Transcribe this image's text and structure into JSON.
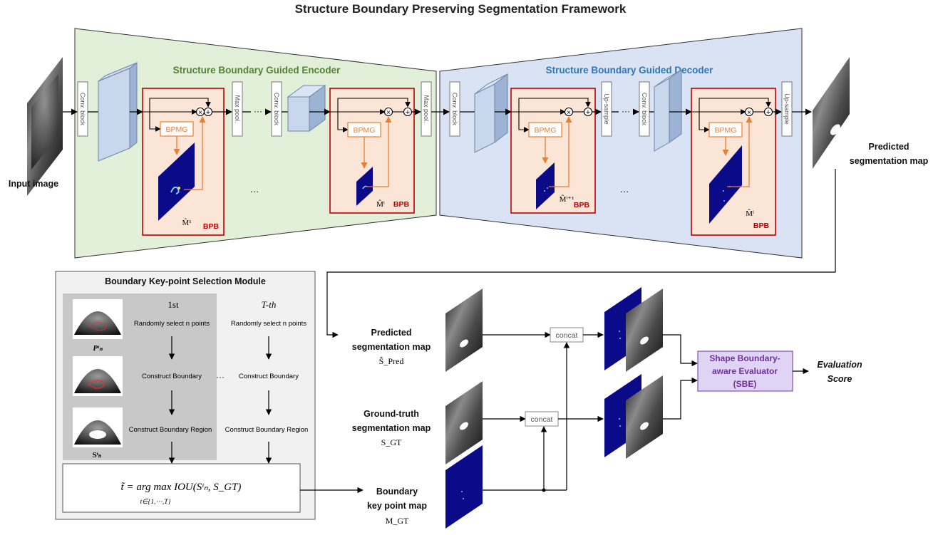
{
  "title": "Structure Boundary Preserving Segmentation Framework",
  "encoder": {
    "label": "Structure Boundary Guided Encoder"
  },
  "decoder": {
    "label": "Structure Boundary Guided Decoder"
  },
  "blocks": {
    "conv": "Conv. block",
    "maxpool": "Max pool.",
    "upsample": "Up-sample",
    "bpmg": "BPMG",
    "bpb": "BPB",
    "ellipsis": "…",
    "dots": "···"
  },
  "maps": {
    "m1": "M̂¹",
    "mi": "M̂ⁱ",
    "mi1": "M̂ⁱ⁺¹",
    "ml": "M̂ˡ"
  },
  "io": {
    "input_image": "Input image",
    "predicted_map": [
      "Predicted",
      "segmentation map"
    ]
  },
  "bksm": {
    "title": "Boundary Key-point Selection Module",
    "col1": "1st",
    "col2": "T-th",
    "step1": "Randomly select n points",
    "step2": "Construct Boundary",
    "step3": "Construct Boundary Region",
    "p_label": "Pᵗₙ",
    "s_label": "Sᵗₙ",
    "formula": "t̃ = arg max IOU(Sᵗₙ, S_GT)",
    "formula_sub": "t∈{1,⋯,T}"
  },
  "bottom": {
    "pred_label": [
      "Predicted",
      "segmentation map"
    ],
    "pred_sym": "Ŝ_Pred",
    "gt_label": [
      "Ground-truth",
      "segmentation map"
    ],
    "gt_sym": "S_GT",
    "kp_label": [
      "Boundary",
      "key point map"
    ],
    "kp_sym": "M_GT",
    "concat": "concat",
    "sbe": [
      "Shape Boundary-",
      "aware Evaluator",
      "(SBE)"
    ],
    "score": [
      "Evaluation",
      "Score"
    ]
  },
  "colors": {
    "encoder_bg": "#e2efd9",
    "decoder_bg": "#dae3f3",
    "bpb_bg": "#fbe5d6",
    "bpb_border": "#c00000",
    "bpmg_orange": "#ed7d31",
    "map_blue": "#0b0b8a",
    "sbe_bg": "#e0d4f5",
    "sbe_text": "#7030a0",
    "encoder_title": "#548235",
    "decoder_title": "#2e75b6"
  }
}
